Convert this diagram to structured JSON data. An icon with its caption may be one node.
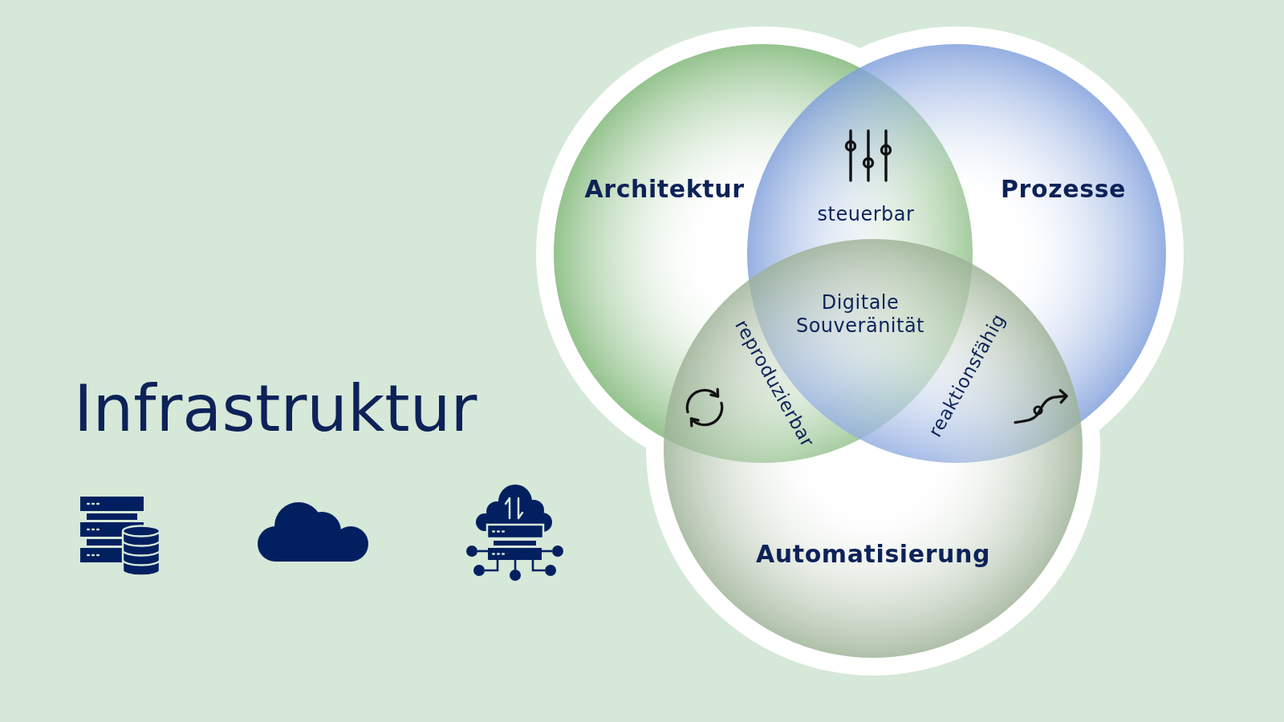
{
  "diagram": {
    "title": "Infrastruktur",
    "nodes": [
      {
        "text": [
          "Architektur"
        ]
      },
      {
        "text": [
          "Prozesse"
        ]
      },
      {
        "text": [
          "Automatisierung"
        ]
      }
    ],
    "labels": [
      "steuerbar",
      "Digitale Souveränität",
      "reproduzierbar",
      "reaktionsfähig"
    ]
  }
}
